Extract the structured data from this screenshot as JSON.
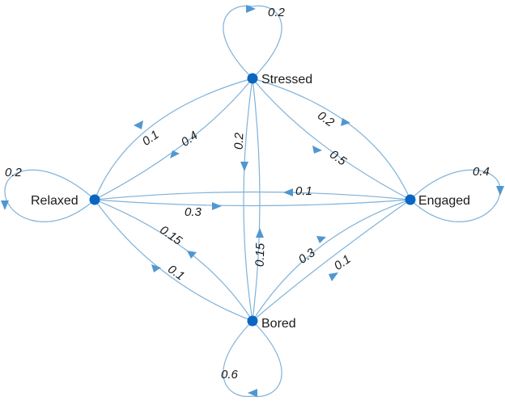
{
  "nodes": {
    "stressed": "Stressed",
    "relaxed": "Relaxed",
    "engaged": "Engaged",
    "bored": "Bored"
  },
  "edges": {
    "stressed_self": "0.2",
    "relaxed_self": "0.2",
    "engaged_self": "0.4",
    "bored_self": "0.6",
    "stressed_to_relaxed": "0.1",
    "relaxed_to_stressed": "0.4",
    "stressed_to_bored": "0.2",
    "bored_to_stressed": "0.15",
    "engaged_to_stressed": "0.2",
    "stressed_to_engaged": "0.5",
    "engaged_to_relaxed": "0.1",
    "relaxed_to_engaged": "0.3",
    "bored_to_relaxed": "0.15",
    "relaxed_to_bored": "0.1",
    "bored_to_engaged": "0.1",
    "engaged_to_bored": "0.3"
  },
  "colors": {
    "node": "#0a66c2",
    "edge": "#7fb2d9",
    "arrow": "#4f97d1"
  }
}
